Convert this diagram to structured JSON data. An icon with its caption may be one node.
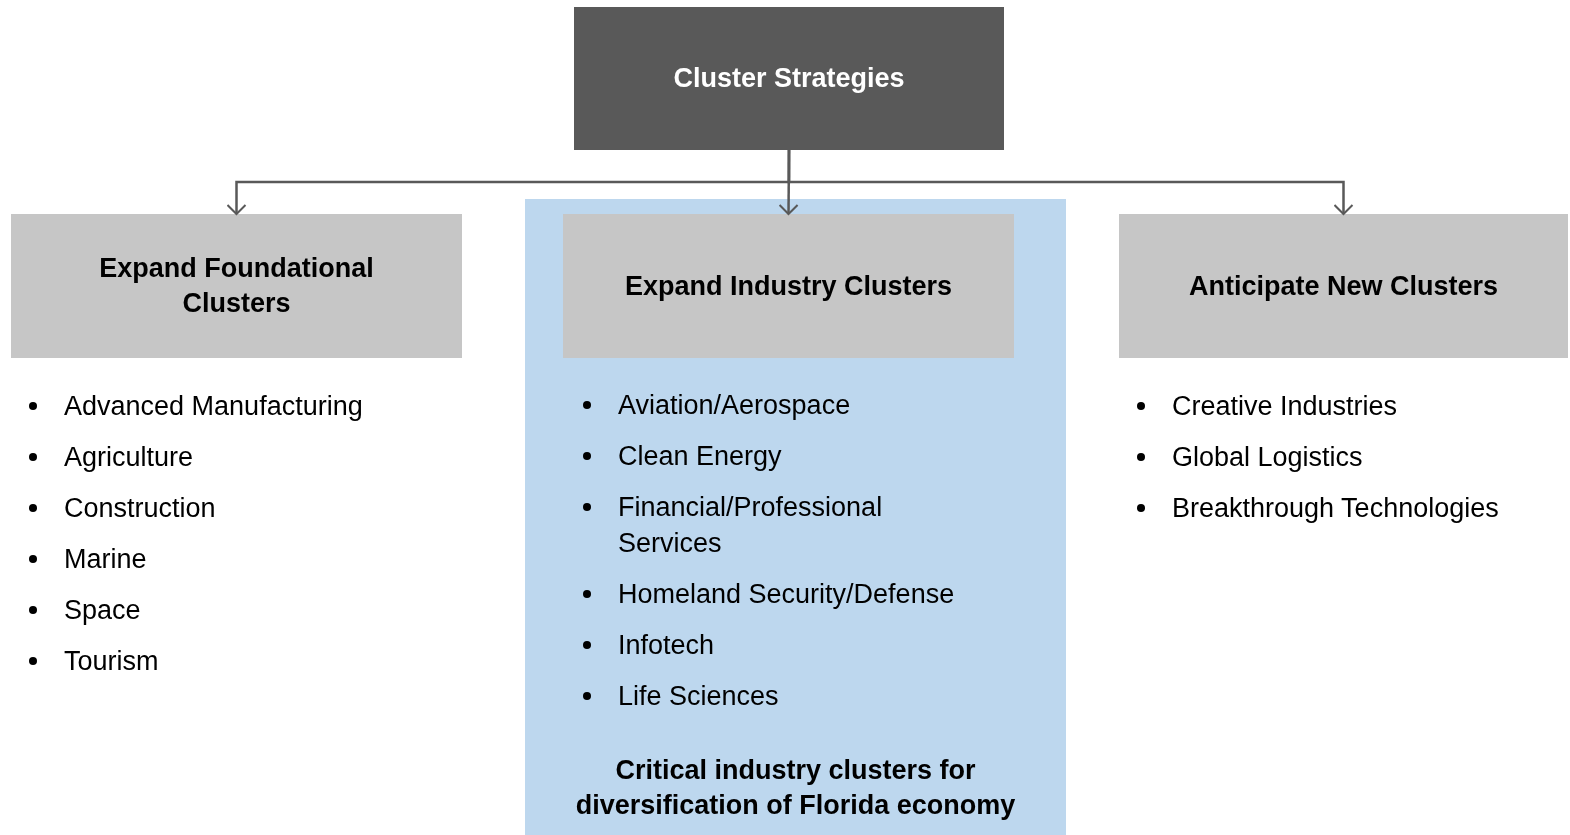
{
  "diagram": {
    "nodes": [
      {
        "text": [
          "Cluster Strategies"
        ]
      },
      {
        "text": [
          "Expand Foundational Clusters"
        ],
        "beside": [
          "Advanced Manufacturing",
          "Agriculture",
          "Construction",
          "Marine",
          "Space",
          "Tourism"
        ]
      },
      {
        "text": [
          "Aviation/Aerospace",
          "Clean Energy",
          "Financial/Professional Services",
          "Homeland Security/Defense",
          "Infotech",
          "Life Sciences",
          "Critical industry clusters for diversification of Florida economy"
        ]
      },
      {
        "text": [
          "Expand Industry Clusters"
        ],
        "in": 2
      },
      {
        "text": [
          "Anticipate New Clusters"
        ],
        "beside": [
          "Creative Industries",
          "Global Logistics",
          "Breakthrough Technologies"
        ]
      }
    ],
    "edges": [
      {
        "from": 0,
        "to": 1,
        "arrow": "to"
      },
      {
        "from": 0,
        "to": 3,
        "arrow": "to"
      },
      {
        "from": 0,
        "to": 4,
        "arrow": "to"
      }
    ]
  }
}
